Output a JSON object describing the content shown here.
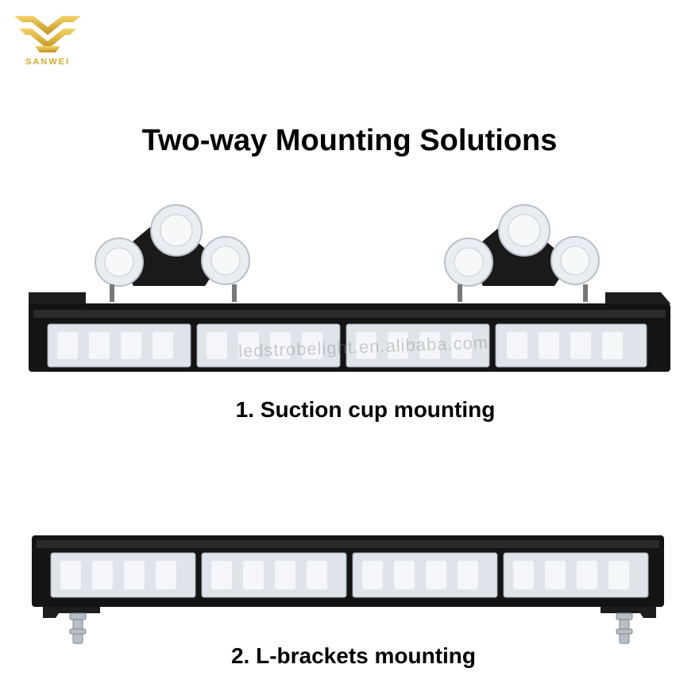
{
  "logo": {
    "text": "SANWEI",
    "icon": "sanwei-logo-icon",
    "color": "#d4a92c"
  },
  "title": "Two-way Mounting Solutions",
  "watermark": "ledstrobelight.en.alibaba.com",
  "options": [
    {
      "caption": "1. Suction cup mounting",
      "icon": "suction-cup-mount-icon"
    },
    {
      "caption": "2. L-brackets mounting",
      "icon": "l-bracket-mount-icon"
    }
  ]
}
